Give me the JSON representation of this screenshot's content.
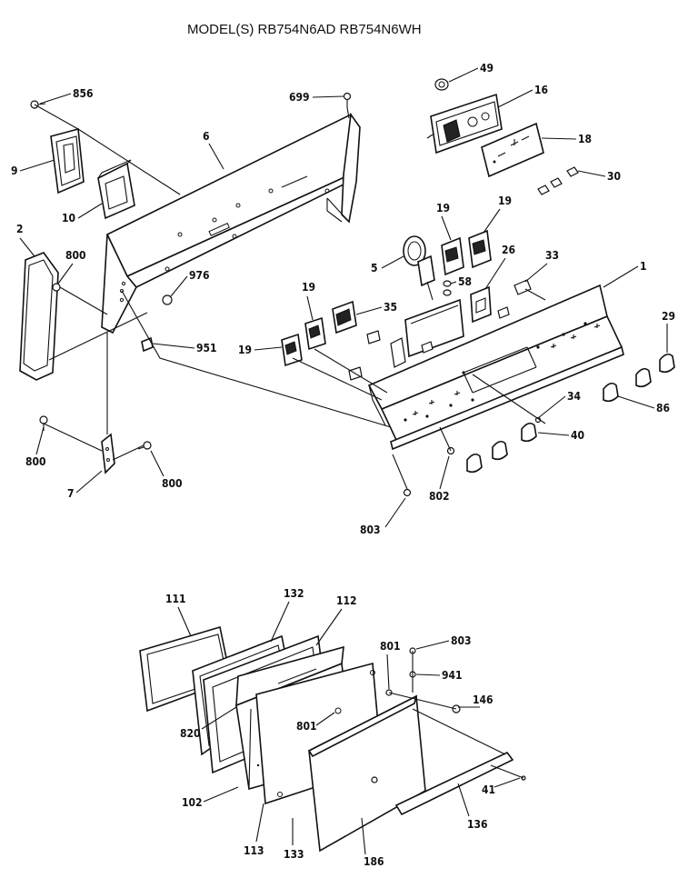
{
  "title": "MODEL(S) RB754N6AD  RB754N6WH",
  "labels": {
    "856": "856",
    "699": "699",
    "49": "49",
    "16": "16",
    "18": "18",
    "30": "30",
    "6": "6",
    "9": "9",
    "10": "10",
    "2": "2",
    "800": "800",
    "976": "976",
    "19": "19",
    "26": "26",
    "33": "33",
    "1": "1",
    "5": "5",
    "58": "58",
    "35": "35",
    "29": "29",
    "951": "951",
    "34": "34",
    "86": "86",
    "40": "40",
    "7": "7",
    "802": "802",
    "803": "803",
    "111": "111",
    "132": "132",
    "112": "112",
    "801": "801",
    "941": "941",
    "146": "146",
    "820": "820",
    "102": "102",
    "41": "41",
    "136": "136",
    "113": "113",
    "133": "133",
    "186": "186"
  }
}
